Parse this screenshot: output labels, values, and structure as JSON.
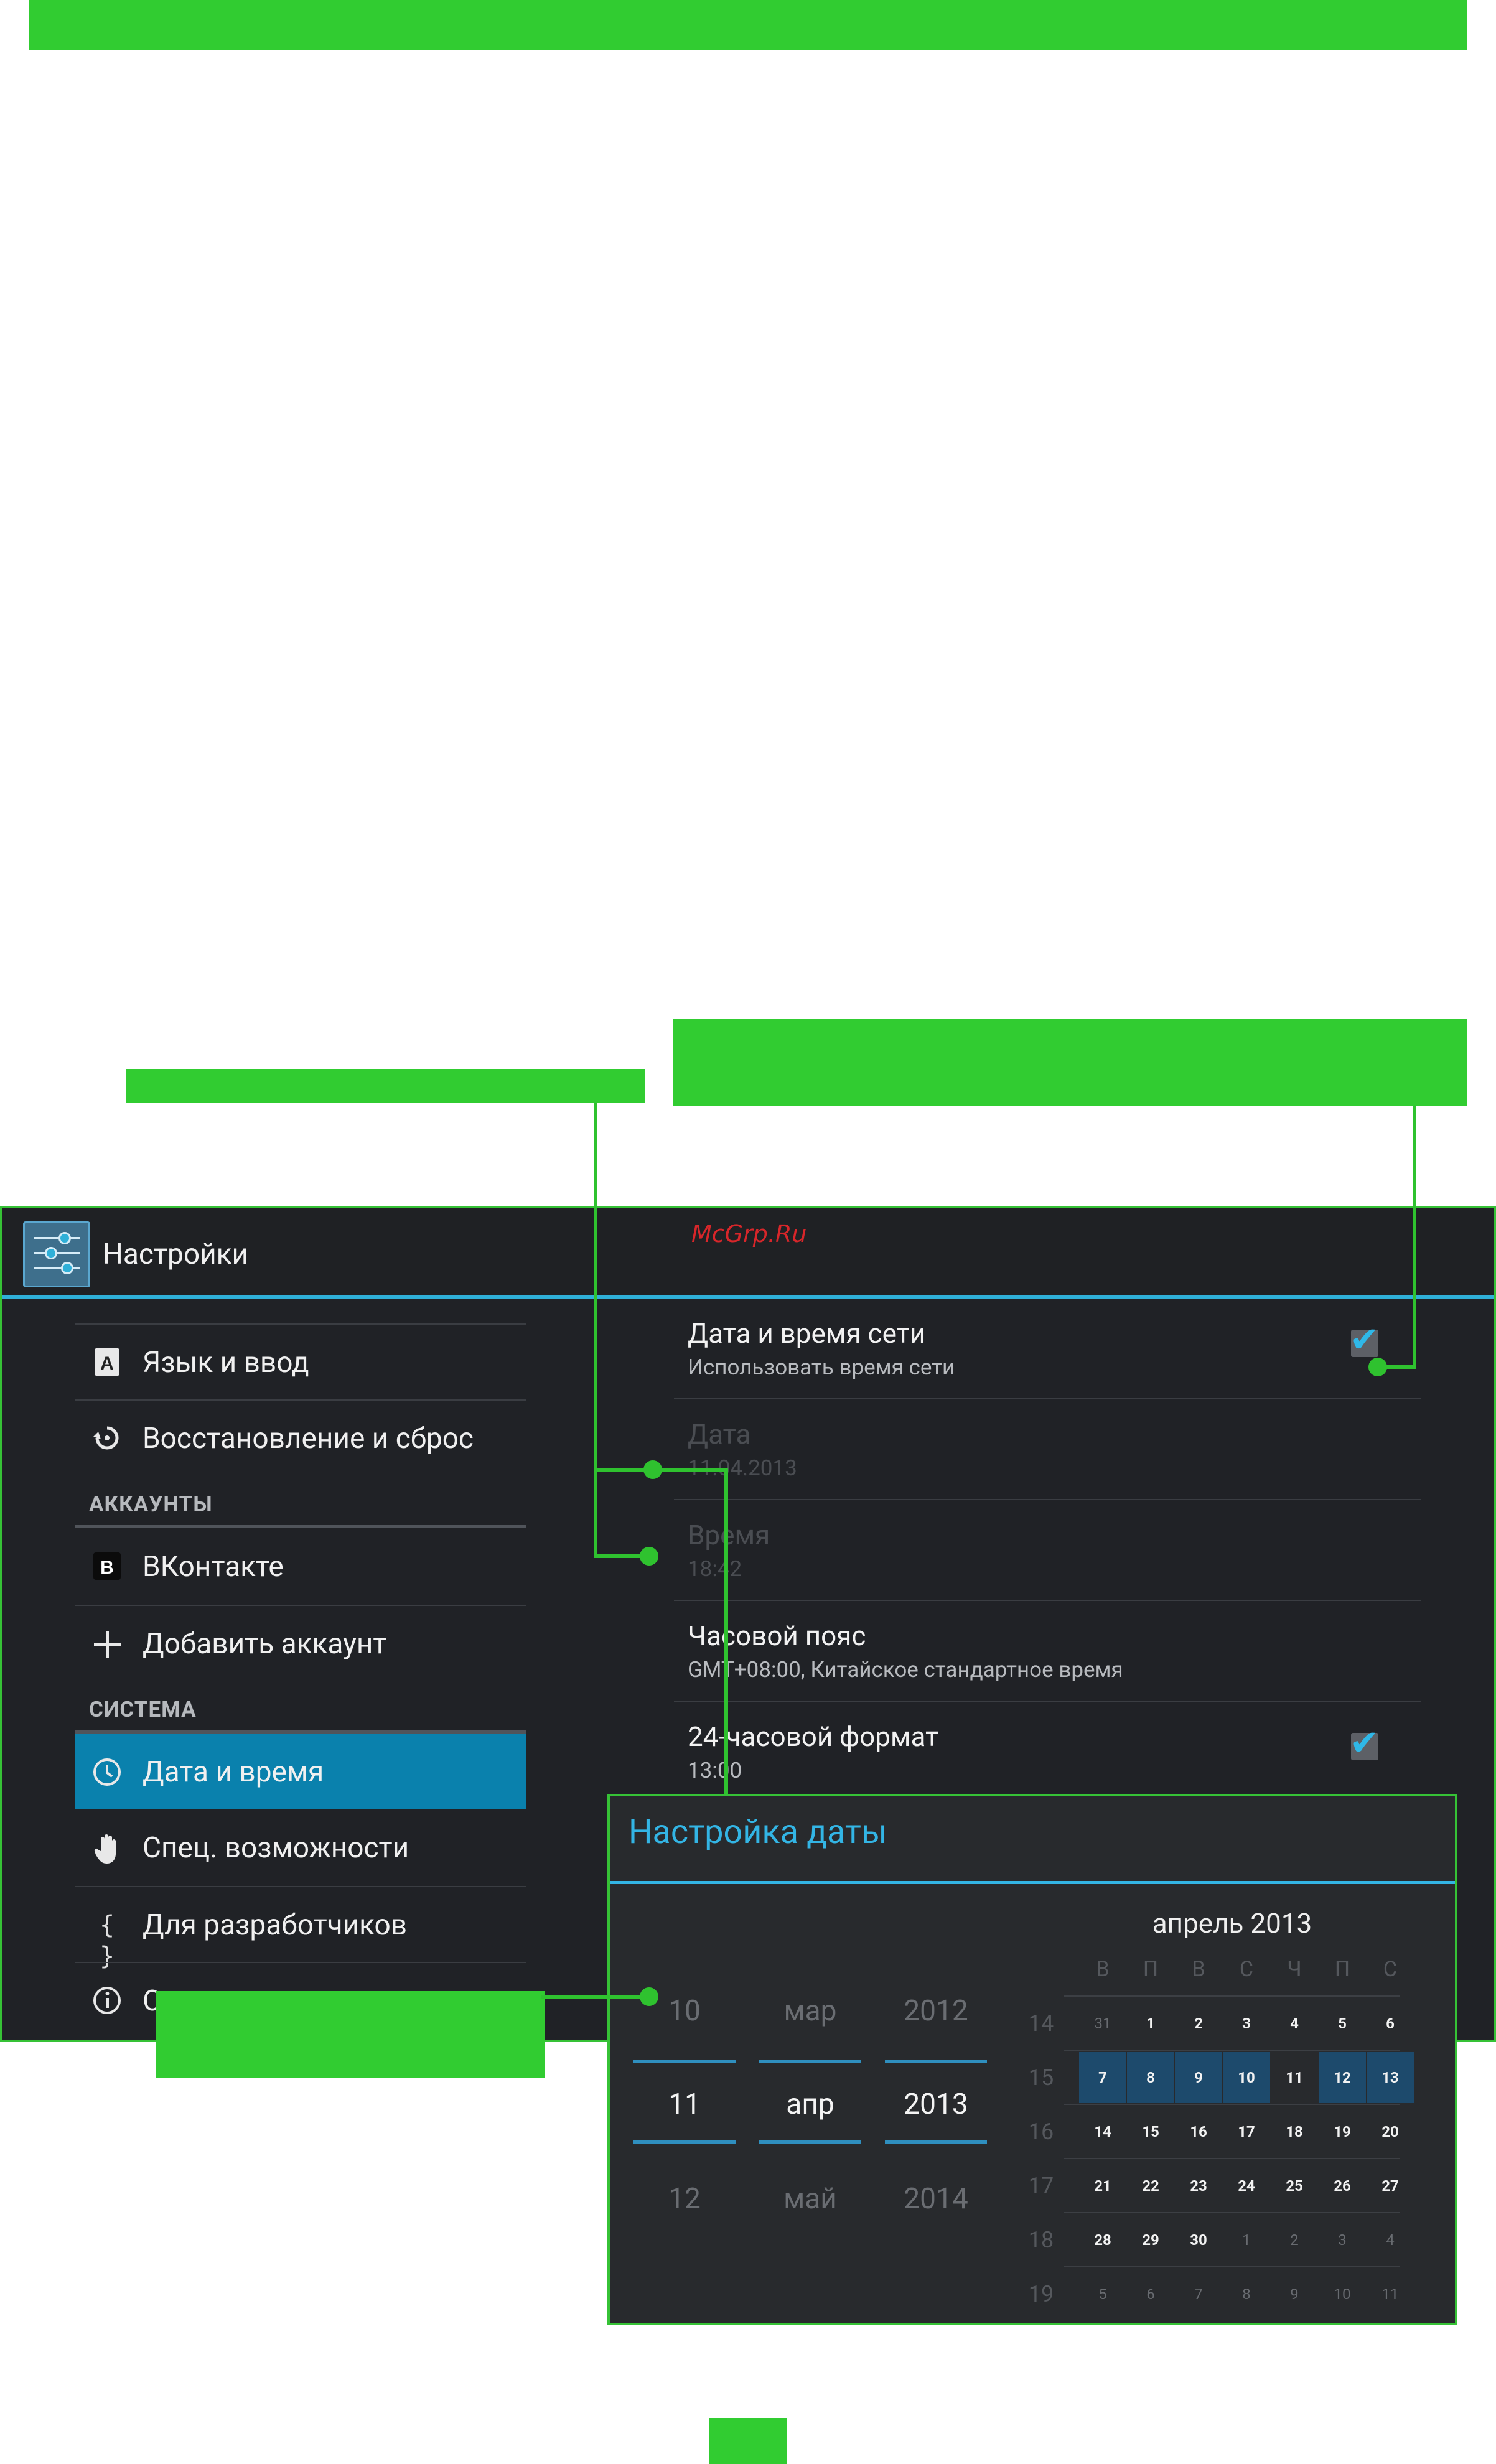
{
  "app": {
    "title": "Настройки",
    "watermark": "McGrp.Ru"
  },
  "sidebar": {
    "items_top": [
      {
        "label": "Язык и ввод",
        "icon": "keyboard-a-icon"
      },
      {
        "label": "Восстановление и сброс",
        "icon": "restore-icon"
      }
    ],
    "section_accounts": "АККАУНТЫ",
    "accounts": [
      {
        "label": "ВКонтакте",
        "icon": "vk-icon"
      },
      {
        "label": "Добавить аккаунт",
        "icon": "plus-icon"
      }
    ],
    "section_system": "СИСТЕМА",
    "system": [
      {
        "label": "Дата и время",
        "icon": "clock-icon",
        "selected": true
      },
      {
        "label": "Спец. возможности",
        "icon": "hand-icon"
      },
      {
        "label": "Для разработчиков",
        "icon": "braces-icon"
      },
      {
        "label": "О",
        "icon": "info-icon"
      }
    ]
  },
  "settings": [
    {
      "title": "Дата и время сети",
      "subtitle": "Использовать время сети",
      "checked": true
    },
    {
      "title": "Дата",
      "subtitle": "11.04.2013",
      "disabled": true
    },
    {
      "title": "Время",
      "subtitle": "18:42",
      "disabled": true
    },
    {
      "title": "Часовой пояс",
      "subtitle": "GMT+08:00, Китайское стандартное время"
    },
    {
      "title": "24-часовой формат",
      "subtitle": "13:00",
      "checked": true
    }
  ],
  "dialog": {
    "title": "Настройка даты",
    "day_picker": [
      "10",
      "11",
      "12"
    ],
    "month_picker": [
      "мар",
      "апр",
      "май"
    ],
    "year_picker": [
      "2012",
      "2013",
      "2014"
    ],
    "calendar": {
      "title": "апрель 2013",
      "weekdays": [
        "В",
        "П",
        "В",
        "С",
        "Ч",
        "П",
        "С"
      ],
      "week_numbers": [
        "14",
        "15",
        "16",
        "17",
        "18",
        "19"
      ],
      "weeks": [
        [
          "31",
          "1",
          "2",
          "3",
          "4",
          "5",
          "6"
        ],
        [
          "7",
          "8",
          "9",
          "10",
          "11",
          "12",
          "13"
        ],
        [
          "14",
          "15",
          "16",
          "17",
          "18",
          "19",
          "20"
        ],
        [
          "21",
          "22",
          "23",
          "24",
          "25",
          "26",
          "27"
        ],
        [
          "28",
          "29",
          "30",
          "1",
          "2",
          "3",
          "4"
        ],
        [
          "5",
          "6",
          "7",
          "8",
          "9",
          "10",
          "11"
        ]
      ],
      "selected_week_index": 1,
      "selected_day": "11"
    }
  },
  "colors": {
    "callout_green": "#31cc31",
    "accent_blue": "#33b5e5",
    "selected_item": "#0a81ad",
    "background_dark": "#202226"
  }
}
